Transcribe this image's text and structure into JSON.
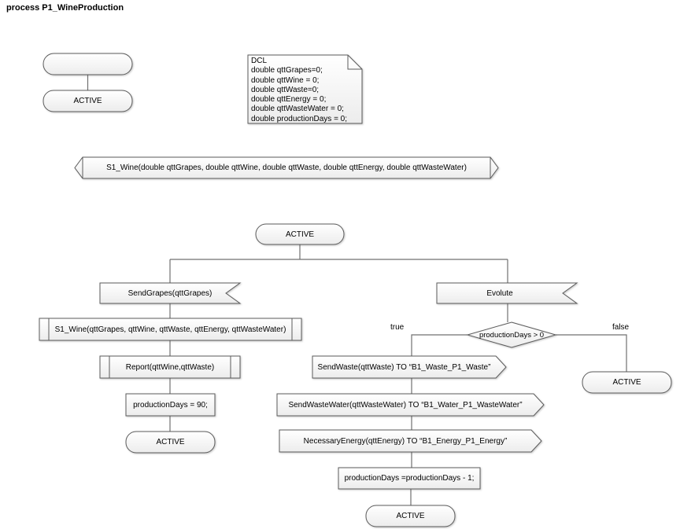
{
  "title": "process P1_WineProduction",
  "diagram": {
    "type": "SDL process flowchart",
    "nodes": {
      "start": {
        "label": ""
      },
      "state_initial": {
        "label": "ACTIVE"
      },
      "dcl_note": {
        "lines": [
          "DCL",
          "double qttGrapes=0;",
          "double qttWine = 0;",
          "double qttWaste=0;",
          "double qttEnergy = 0;",
          "double qttWasteWater = 0;",
          "double productionDays = 0;"
        ]
      },
      "signal_declaration": {
        "label": "S1_Wine(double qttGrapes, double qttWine, double qttWaste, double qttEnergy, double qttWasteWater)"
      },
      "state_active_main": {
        "label": "ACTIVE"
      },
      "input_send_grapes": {
        "label": "SendGrapes(qttGrapes)"
      },
      "input_evolute": {
        "label": "Evolute"
      },
      "call_s1_wine": {
        "label": "S1_Wine(qttGrapes, qttWine, qttWaste, qttEnergy, qttWasteWater)"
      },
      "call_report": {
        "label": "Report(qttWine,qttWaste)"
      },
      "task_set_production_days": {
        "label": "productionDays = 90;"
      },
      "state_active_left": {
        "label": "ACTIVE"
      },
      "decision_production_days": {
        "label": "productionDays > 0",
        "branch_true": "true",
        "branch_false": "false"
      },
      "state_active_false": {
        "label": "ACTIVE"
      },
      "output_send_waste": {
        "label": "SendWaste(qttWaste) TO “B1_Waste_P1_Waste”"
      },
      "output_send_waste_water": {
        "label": "SendWasteWater(qttWasteWater) TO “B1_Water_P1_WasteWater”"
      },
      "output_necessary_energy": {
        "label": "NecessaryEnergy(qttEnergy) TO “B1_Energy_P1_Energy”"
      },
      "task_decrement_days": {
        "label": "productionDays =productionDays - 1;"
      },
      "state_active_bottom": {
        "label": "ACTIVE"
      }
    },
    "colors": {
      "shape_stroke": "#5b5b5b",
      "connector": "#707070",
      "fill_top": "#ffffff",
      "fill_bottom": "#ececec",
      "text": "#000000"
    }
  }
}
